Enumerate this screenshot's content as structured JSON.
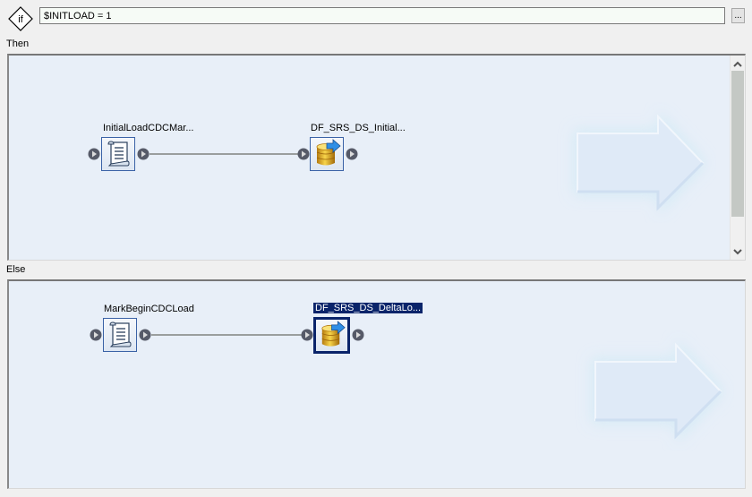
{
  "condition": {
    "icon": "if-diamond-icon",
    "icon_label": "if",
    "expression": "$INITLOAD = 1",
    "browse_button_label": "..."
  },
  "then_section": {
    "label": "Then",
    "nodes": [
      {
        "label": "InitialLoadCDCMar...",
        "icon": "script-icon",
        "selected": false
      },
      {
        "label": "DF_SRS_DS_Initial...",
        "icon": "dataflow-icon",
        "selected": false
      }
    ],
    "scrollbar": {
      "up_label": "^",
      "down_label": "v"
    }
  },
  "else_section": {
    "label": "Else",
    "nodes": [
      {
        "label": "MarkBeginCDCLoad",
        "icon": "script-icon",
        "selected": false
      },
      {
        "label": "DF_SRS_DS_DeltaLo...",
        "icon": "dataflow-icon",
        "selected": true
      }
    ]
  },
  "colors": {
    "canvas_bg": "#e8eff8",
    "selection": "#0a246a",
    "node_border": "#3a62a6",
    "connector": "#9a9e9e"
  }
}
